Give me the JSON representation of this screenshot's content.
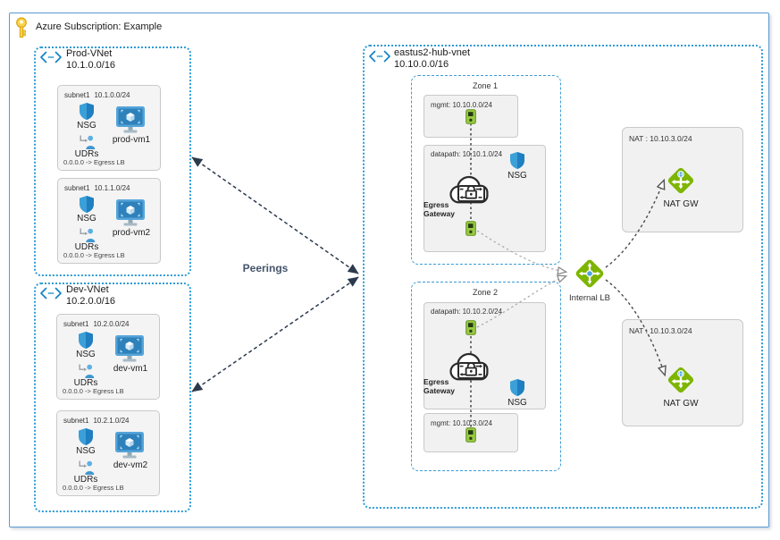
{
  "subscription": {
    "label": "Azure Subscription: Example"
  },
  "peerings": {
    "label": "Peerings"
  },
  "vnets": {
    "prod": {
      "name": "Prod-VNet",
      "cidr": "10.1.0.0/16",
      "subnets": [
        {
          "name": "subnet1",
          "cidr": "10.1.0.0/24",
          "nsg": "NSG",
          "udrs": "UDRs",
          "vm": "prod-vm1",
          "route": "0.0.0.0 -> Egress LB"
        },
        {
          "name": "subnet1",
          "cidr": "10.1.1.0/24",
          "nsg": "NSG",
          "udrs": "UDRs",
          "vm": "prod-vm2",
          "route": "0.0.0.0 -> Egress LB"
        }
      ]
    },
    "dev": {
      "name": "Dev-VNet",
      "cidr": "10.2.0.0/16",
      "subnets": [
        {
          "name": "subnet1",
          "cidr": "10.2.0.0/24",
          "nsg": "NSG",
          "udrs": "UDRs",
          "vm": "dev-vm1",
          "route": "0.0.0.0 -> Egress LB"
        },
        {
          "name": "subnet1",
          "cidr": "10.2.1.0/24",
          "nsg": "NSG",
          "udrs": "UDRs",
          "vm": "dev-vm2",
          "route": "0.0.0.0 -> Egress LB"
        }
      ]
    },
    "hub": {
      "name": "eastus2-hub-vnet",
      "cidr": "10.10.0.0/16",
      "zones": [
        {
          "label": "Zone 1",
          "mgmt": "mgmt: 10.10.0.0/24",
          "datapath": "datapath: 10.10.1.0/24",
          "gateway": "Egress Gateway",
          "nsg": "NSG"
        },
        {
          "label": "Zone 2",
          "mgmt": "mgmt: 10.10.3.0/24",
          "datapath": "datapath: 10.10.2.0/24",
          "gateway": "Egress Gateway",
          "nsg": "NSG"
        }
      ],
      "internal_lb": {
        "label": "Internal LB"
      },
      "nat_subnets": [
        {
          "label": "NAT : 10.10.3.0/24",
          "gateway": "NAT GW"
        },
        {
          "label": "NAT : 10.10.3.0/24",
          "gateway": "NAT GW"
        }
      ]
    }
  },
  "icons": {
    "subscription": "key-icon",
    "vnet": "vnet-icon",
    "nsg": "shield-icon",
    "udr": "route-person-icon",
    "vm": "virtual-machine-icon",
    "nic": "nic-icon",
    "egress_gateway": "cloud-lock-gateway-icon",
    "internal_lb": "load-balancer-icon",
    "nat_gw": "nat-gateway-icon"
  },
  "colors": {
    "frame_border": "#5b9bd5",
    "vnet_border": "#2e9bd5",
    "azure_blue": "#1383c6",
    "resource_green": "#7db500",
    "nic_green": "#9aca42",
    "key_gold": "#fcd34d",
    "connector_dark": "#2b3a4c"
  }
}
